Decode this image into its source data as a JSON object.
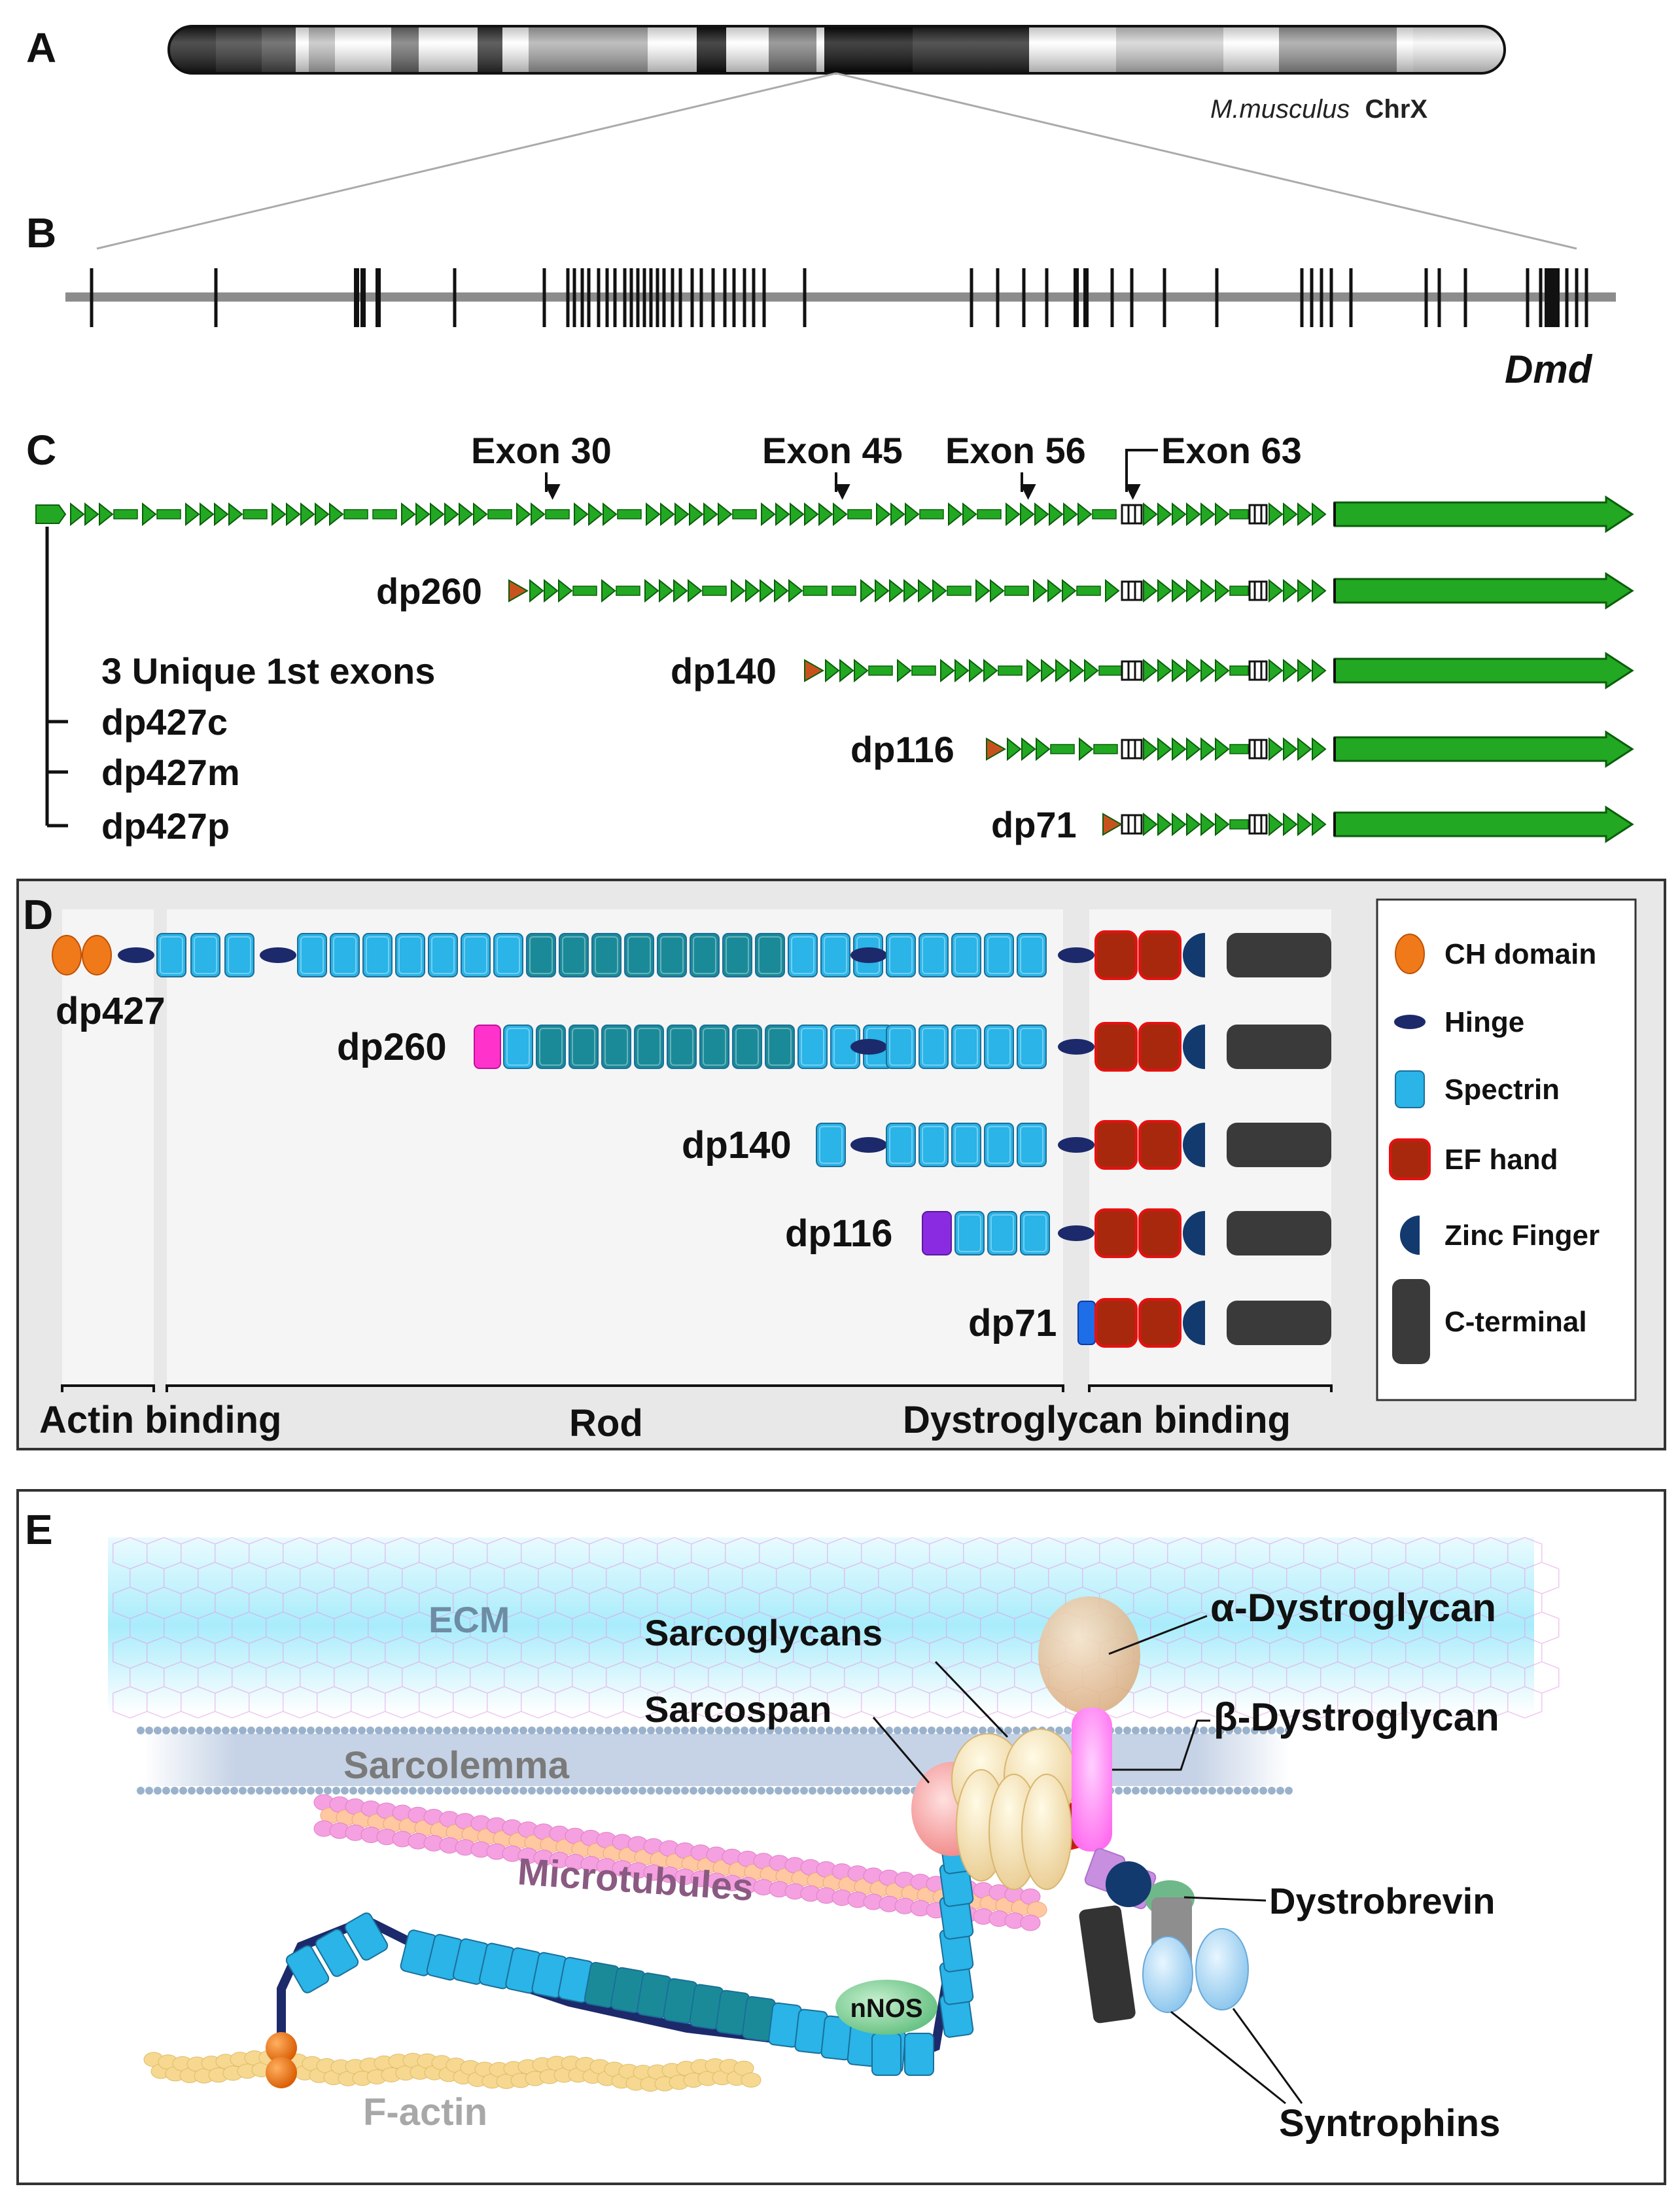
{
  "panels": {
    "A": {
      "letter": "A",
      "species": "M.musculus",
      "chromosome": "ChrX",
      "band_shades": [
        "#161616",
        "#2e2e2e",
        "#4a4a4a",
        "#ffffff",
        "#bdbdbd",
        "#ffffff",
        "#6c6c6c",
        "#ffffff",
        "#2b2b2b",
        "#ffffff",
        "#a9a9a9",
        "#ffffff",
        "#0c0c0c",
        "#ffffff",
        "#7b7b7b",
        "#ffffff",
        "#050505",
        "#1c1c1c",
        "#ffffff",
        "#cfcfcf",
        "#ffffff",
        "#9a9a9a",
        "#ffffff",
        "#f5f5f5"
      ]
    },
    "B": {
      "letter": "B",
      "gene": "Dmd"
    },
    "C": {
      "letter": "C",
      "exon_labels": [
        "Exon 30",
        "Exon 45",
        "Exon 56",
        "Exon 63"
      ],
      "isoforms": [
        "dp260",
        "dp140",
        "dp116",
        "dp71"
      ],
      "first_exons_title": "3 Unique 1st exons",
      "first_exons": [
        "dp427c",
        "dp427m",
        "dp427p"
      ]
    },
    "D": {
      "letter": "D",
      "proteins": [
        "dp427",
        "dp260",
        "dp140",
        "dp116",
        "dp71"
      ],
      "regions": [
        "Actin binding",
        "Rod",
        "Dystroglycan binding"
      ],
      "legend": [
        {
          "label": "CH domain",
          "color": "#f07a1a",
          "icon": "ch-domain-icon"
        },
        {
          "label": "Hinge",
          "color": "#1c2a6b",
          "icon": "hinge-icon"
        },
        {
          "label": "Spectrin",
          "color": "#2ab4e8",
          "icon": "spectrin-icon"
        },
        {
          "label": "EF hand",
          "color": "#a8280e",
          "icon": "ef-hand-icon"
        },
        {
          "label": "Zinc Finger",
          "color": "#123a6e",
          "icon": "zinc-finger-icon"
        },
        {
          "label": "C-terminal",
          "color": "#3a3a3a",
          "icon": "c-terminal-icon"
        }
      ]
    },
    "E": {
      "letter": "E",
      "labels": {
        "ecm": "ECM",
        "sarcoglycans": "Sarcoglycans",
        "alpha_dg": "α-Dystroglycan",
        "sarcospan": "Sarcospan",
        "beta_dg": "β-Dystroglycan",
        "sarcolemma": "Sarcolemma",
        "microtubules": "Microtubules",
        "dystrobrevin": "Dystrobrevin",
        "nnos": "nNOS",
        "factin": "F-actin",
        "syntrophins": "Syntrophins"
      }
    }
  },
  "colors": {
    "exon_green": "#22a822",
    "unique_exon_orange": "#c8521e",
    "spectrin": "#2ab4e8",
    "spectrin_dark": "#1a8a98",
    "ef_hand_border": "#e81010",
    "pink_domain": "#ff33cc",
    "purple_domain": "#8a2be2",
    "blue_domain": "#1e6ee8"
  }
}
